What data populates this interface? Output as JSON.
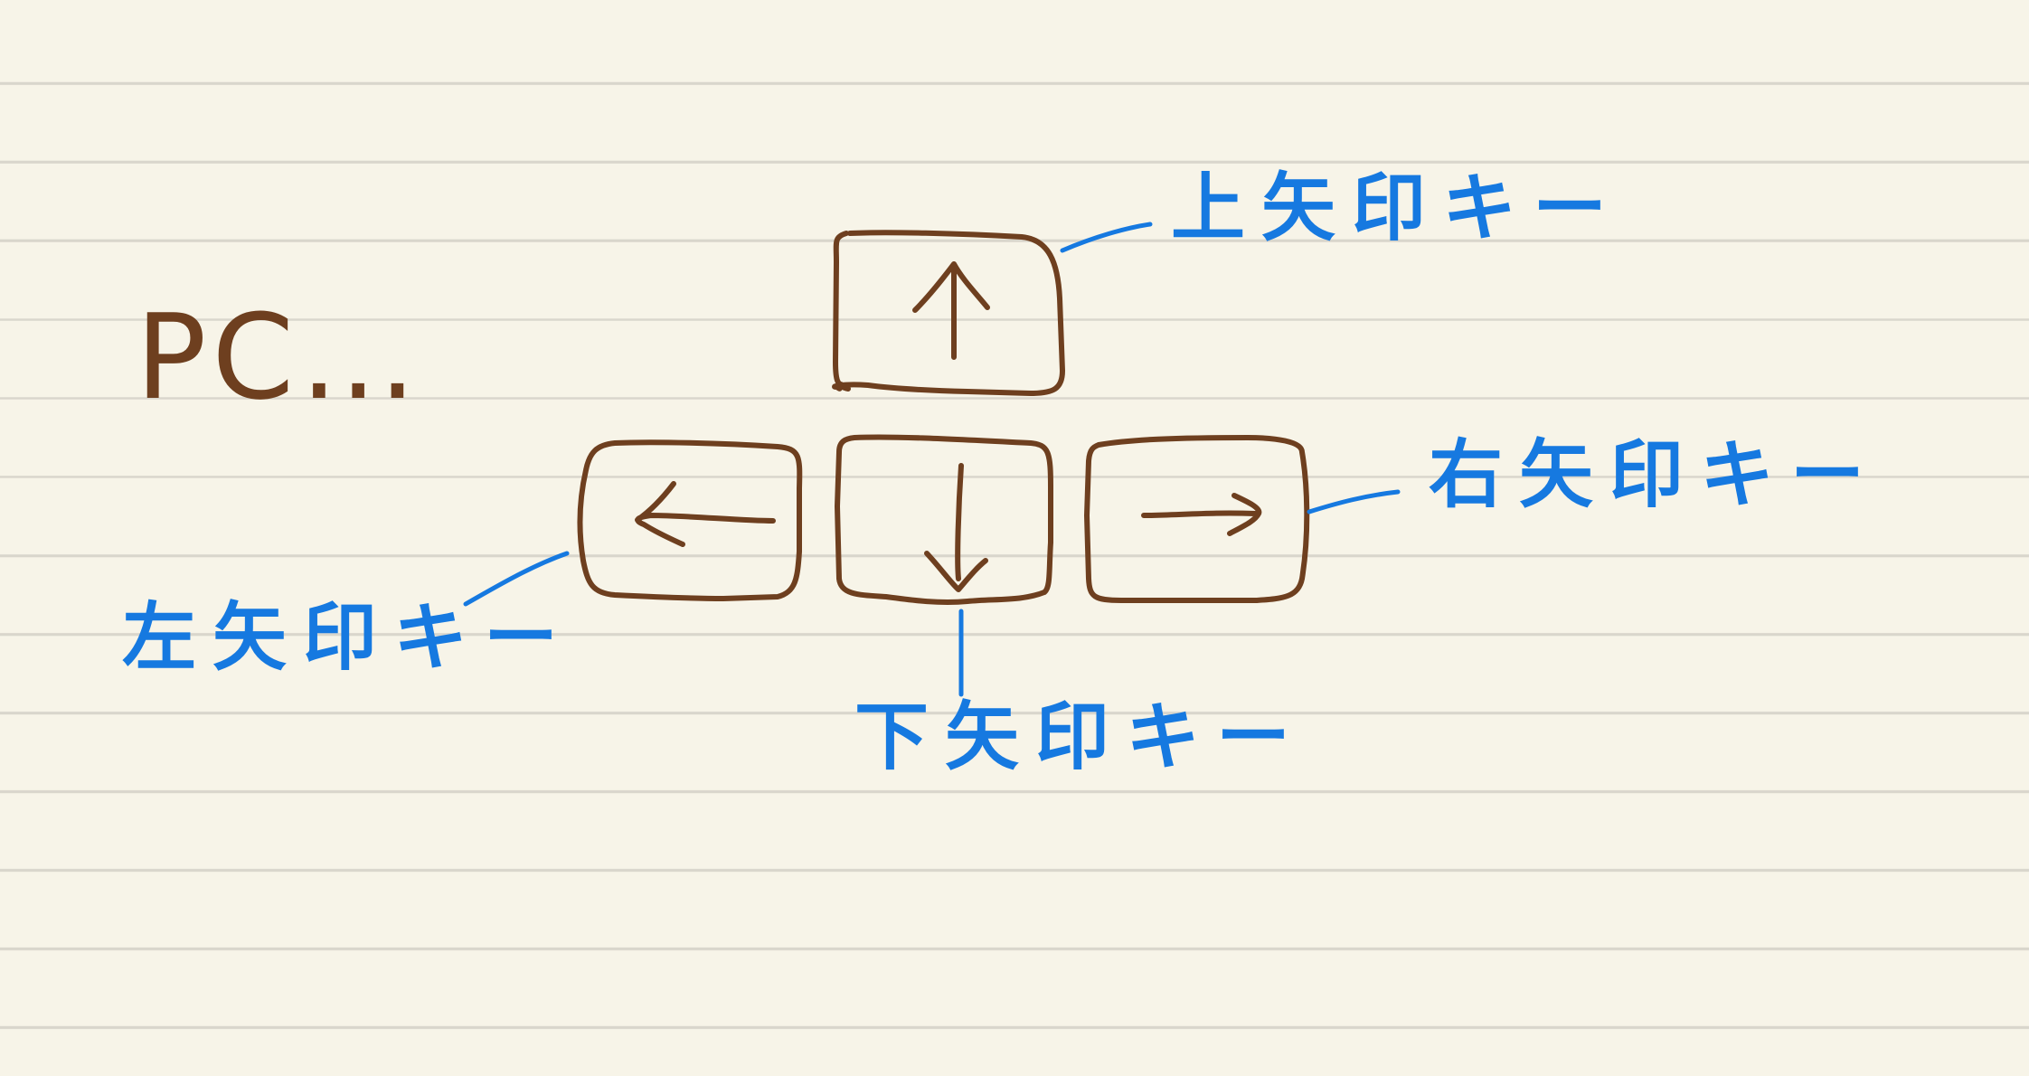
{
  "heading": "PC…",
  "keys": {
    "up": {
      "glyph": "↑",
      "label": "上矢印キー"
    },
    "left": {
      "glyph": "←",
      "label": "左矢印キー"
    },
    "down": {
      "glyph": "↓",
      "label": "下矢印キー"
    },
    "right": {
      "glyph": "→",
      "label": "右矢印キー"
    }
  },
  "colors": {
    "paper": "#f7f4e8",
    "rule": "#d9d6cc",
    "key_ink": "#6e3f1f",
    "label_ink": "#1679e0"
  }
}
